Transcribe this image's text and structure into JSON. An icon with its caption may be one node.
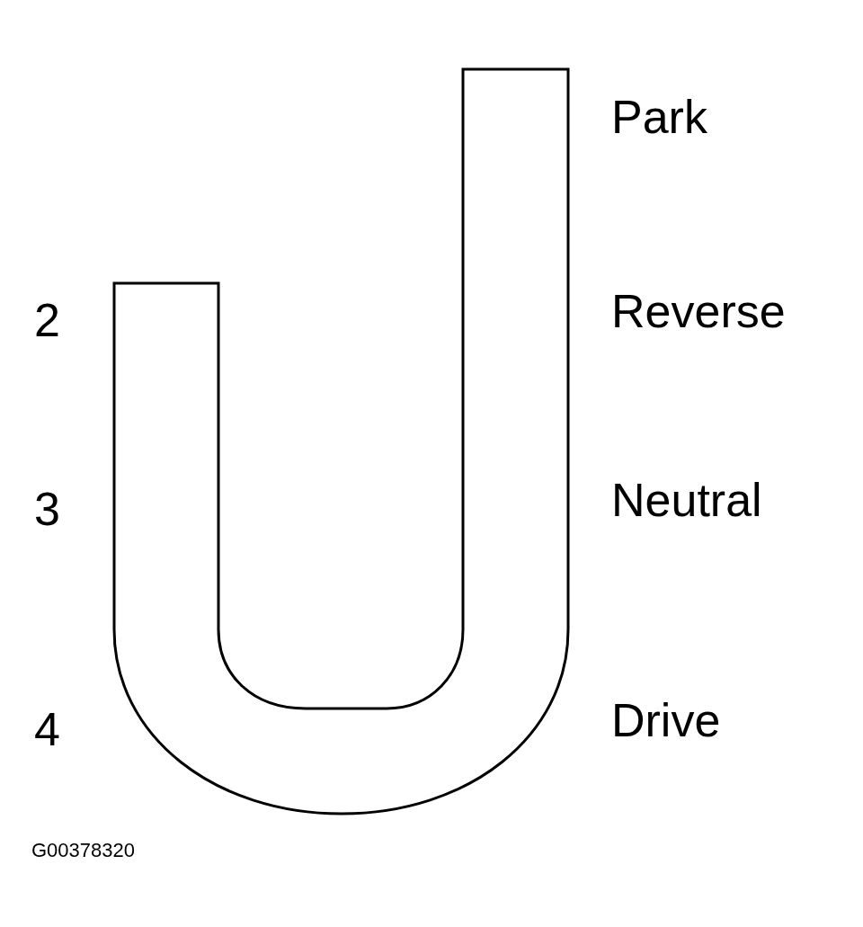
{
  "diagram": {
    "labels": [
      "Park",
      "2",
      "Reverse",
      "3",
      "Neutral",
      "4",
      "Drive",
      "G00378320"
    ]
  }
}
